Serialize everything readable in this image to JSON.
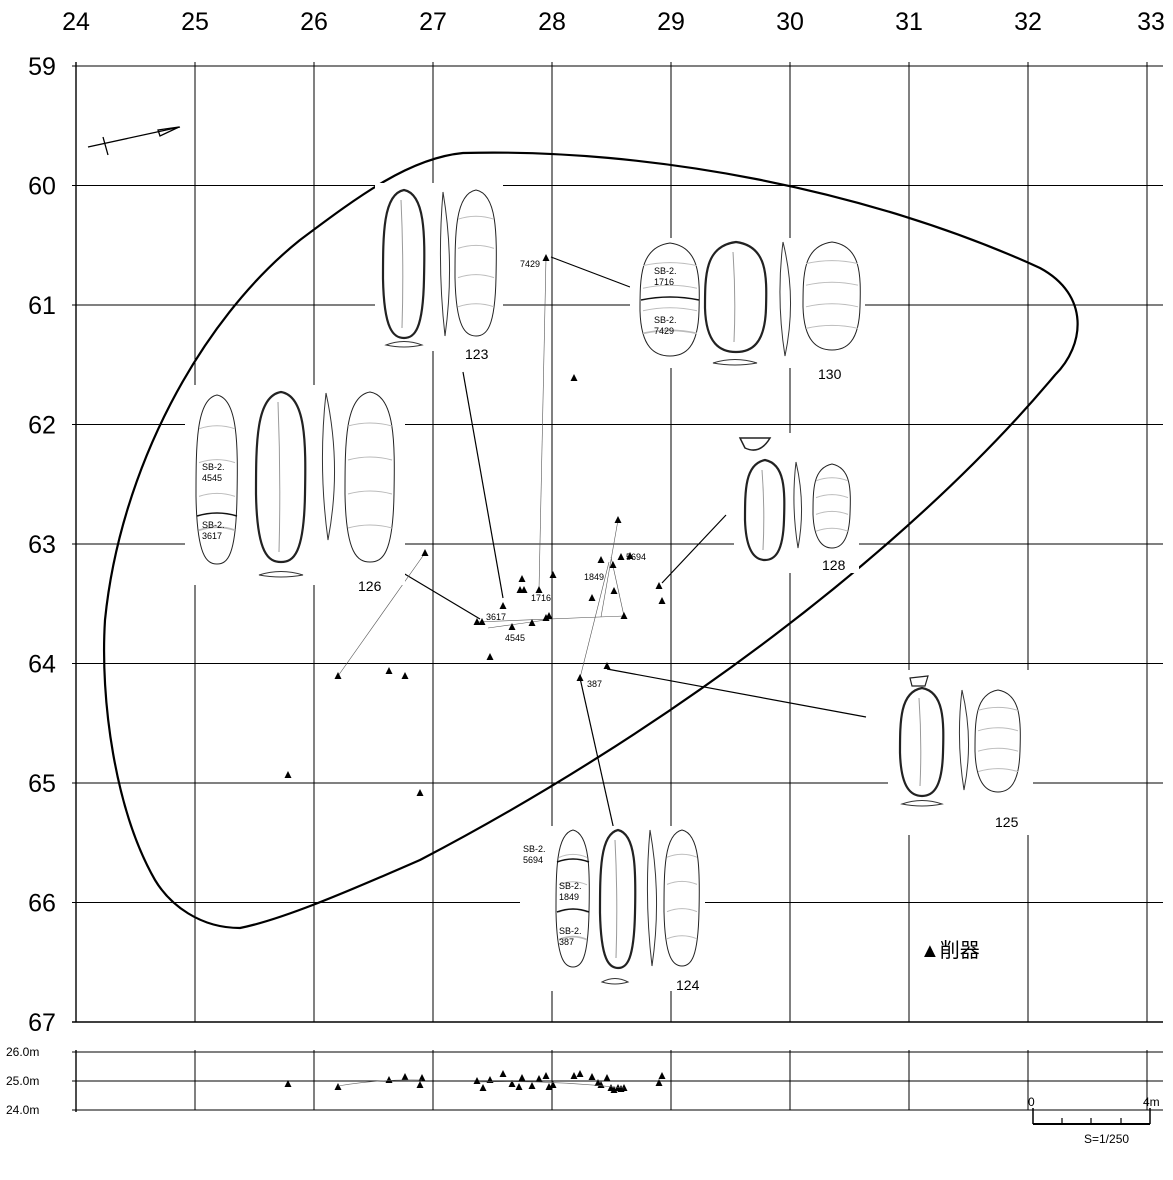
{
  "grid": {
    "x_labels": [
      "24",
      "25",
      "26",
      "27",
      "28",
      "29",
      "30",
      "31",
      "32",
      "33"
    ],
    "y_labels": [
      "59",
      "60",
      "61",
      "62",
      "63",
      "64",
      "65",
      "66",
      "67"
    ]
  },
  "section": {
    "elevation_labels": [
      "26.0m",
      "25.0m",
      "24.0m"
    ]
  },
  "point_labels": [
    "7429",
    "1716",
    "3617",
    "4545",
    "1849",
    "5694",
    "387"
  ],
  "artifacts": [
    {
      "number": "123",
      "refits": []
    },
    {
      "number": "130",
      "refits": [
        "SB-2.\n1716",
        "SB-2.\n7429"
      ]
    },
    {
      "number": "126",
      "refits": [
        "SB-2.\n4545",
        "SB-2.\n3617"
      ]
    },
    {
      "number": "128",
      "refits": []
    },
    {
      "number": "125",
      "refits": []
    },
    {
      "number": "124",
      "refits": [
        "SB-2.\n5694",
        "SB-2.\n1849",
        "SB-2.\n387"
      ]
    }
  ],
  "legend": {
    "symbol": "▲",
    "label": "削器"
  },
  "scale": {
    "zero": "0",
    "max": "4m",
    "ratio": "S=1/250"
  },
  "north_arrow": {
    "icon": "north-arrow-icon"
  }
}
